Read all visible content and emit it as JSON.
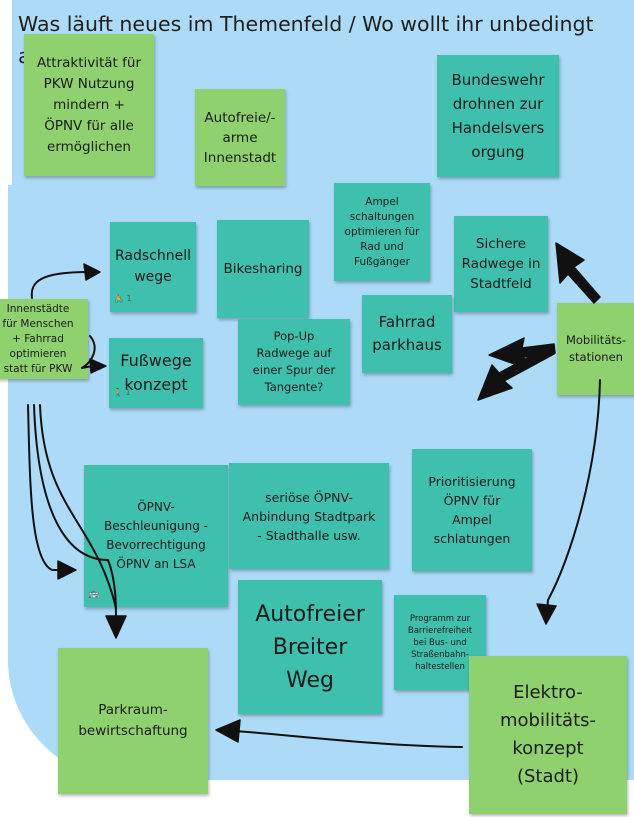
{
  "title": "Was läuft neues im Themenfeld / Wo wollt ihr unbedingt arbeiten ?",
  "notes": {
    "attraktivitaet": "Attraktivität für\nPKW Nutzung\nmindern +\nÖPNV für alle\nermöglichen",
    "autofreie_innenstadt": "Autofreie/-\narme\nInnenstadt",
    "bundeswehr": "Bundeswehr\ndrohnen zur\nHandelsvers\norgung",
    "radschnellwege": "Radschnell\nwege",
    "bikesharing": "Bikesharing",
    "ampelschaltungen": "Ampel\nschaltungen\noptimieren für\nRad und\nFußgänger",
    "sichere_radwege": "Sichere\nRadwege in\nStadtfeld",
    "innenstaedte": "Innenstädte\nfür Menschen\n+ Fahrrad\noptimieren\nstatt für PKW",
    "fusswegekonzept": "Fußwege\nkonzept",
    "popup_radwege": "Pop-Up\nRadwege auf\neiner Spur der\nTangente?",
    "fahrradparkhaus": "Fahrrad\nparkhaus",
    "mobilitaetsstationen": "Mobilitäts-\nstationen",
    "oepnv_beschleunigung": "ÖPNV-\nBeschleunigung -\nBevorrechtigung\nÖPNV an LSA",
    "oepnv_anbindung": "seriöse ÖPNV-\nAnbindung Stadtpark\n- Stadthalle usw.",
    "priorisierung": "Prioritisierung\nÖPNV für\nAmpel\nschlatungen",
    "autofreier_breiter_weg": "Autofreier\nBreiter\nWeg",
    "barrierefreiheit": "Programm zur\nBarrierefreiheit\nbei Bus- und\nStraßenbahn-\nhaltestellen",
    "parkraum": "Parkraum-\nbewirtschaftung",
    "elektromobilitaet": "Elektro-\nmobilitäts-\nkonzept\n(Stadt)"
  },
  "tags": {
    "radschnellwege": "🚴 1",
    "fusswegekonzept": "🚶 1",
    "oepnv_beschleunigung": "🚌"
  },
  "colors": {
    "background_blob": "#addaf7",
    "teal_note": "#3fbfad",
    "green_note": "#8fd16e",
    "ink": "#111111"
  }
}
